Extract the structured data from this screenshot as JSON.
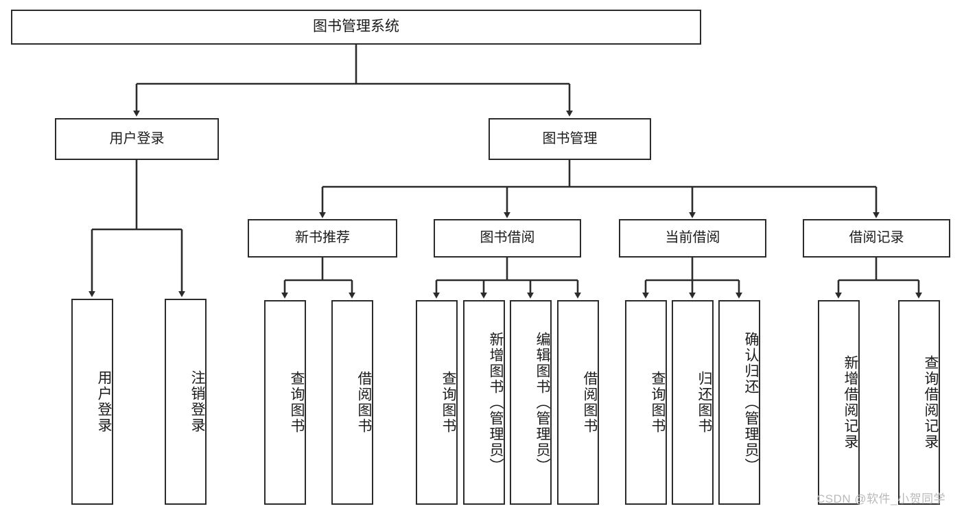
{
  "diagram": {
    "type": "tree",
    "title": "图书管理系统",
    "orientation": "top-down",
    "edge_style": "orthogonal-arrow",
    "colors": {
      "box_border": "#2b2b2b",
      "box_fill": "#ffffff",
      "edge": "#2b2b2b",
      "text": "#1b1b1b",
      "watermark": "#b9b9b9",
      "background": "#ffffff"
    }
  },
  "root": {
    "label": "图书管理系统"
  },
  "level1": [
    {
      "label": "用户登录"
    },
    {
      "label": "图书管理"
    }
  ],
  "level2": [
    {
      "label": "新书推荐"
    },
    {
      "label": "图书借阅"
    },
    {
      "label": "当前借阅"
    },
    {
      "label": "借阅记录"
    }
  ],
  "leaves": {
    "user_login": [
      {
        "label": "用户登录"
      },
      {
        "label": "注销登录"
      }
    ],
    "new_book_recommend": [
      {
        "label": "查询图书"
      },
      {
        "label": "借阅图书"
      }
    ],
    "book_borrow": [
      {
        "label": "查询图书"
      },
      {
        "label": "新增图书（管理员）"
      },
      {
        "label": "编辑图书（管理员）"
      },
      {
        "label": "借阅图书"
      }
    ],
    "current_borrow": [
      {
        "label": "查询图书"
      },
      {
        "label": "归还图书"
      },
      {
        "label": "确认归还（管理员）"
      }
    ],
    "borrow_record": [
      {
        "label": "新增借阅记录"
      },
      {
        "label": "查询借阅记录"
      }
    ]
  },
  "watermark": {
    "text": "CSDN @软件_小贺同学"
  }
}
